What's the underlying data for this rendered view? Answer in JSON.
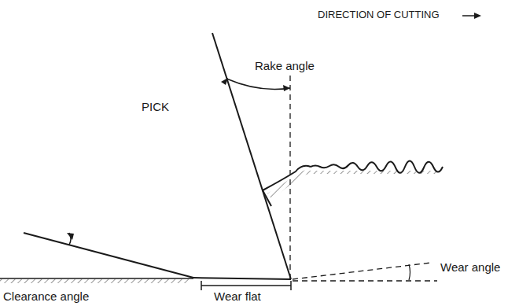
{
  "diagram": {
    "labels": [
      "DIRECTION OF CUTTING",
      "Rake angle",
      "PICK",
      "Wear angle",
      "Clearance angle",
      "Wear flat"
    ]
  }
}
